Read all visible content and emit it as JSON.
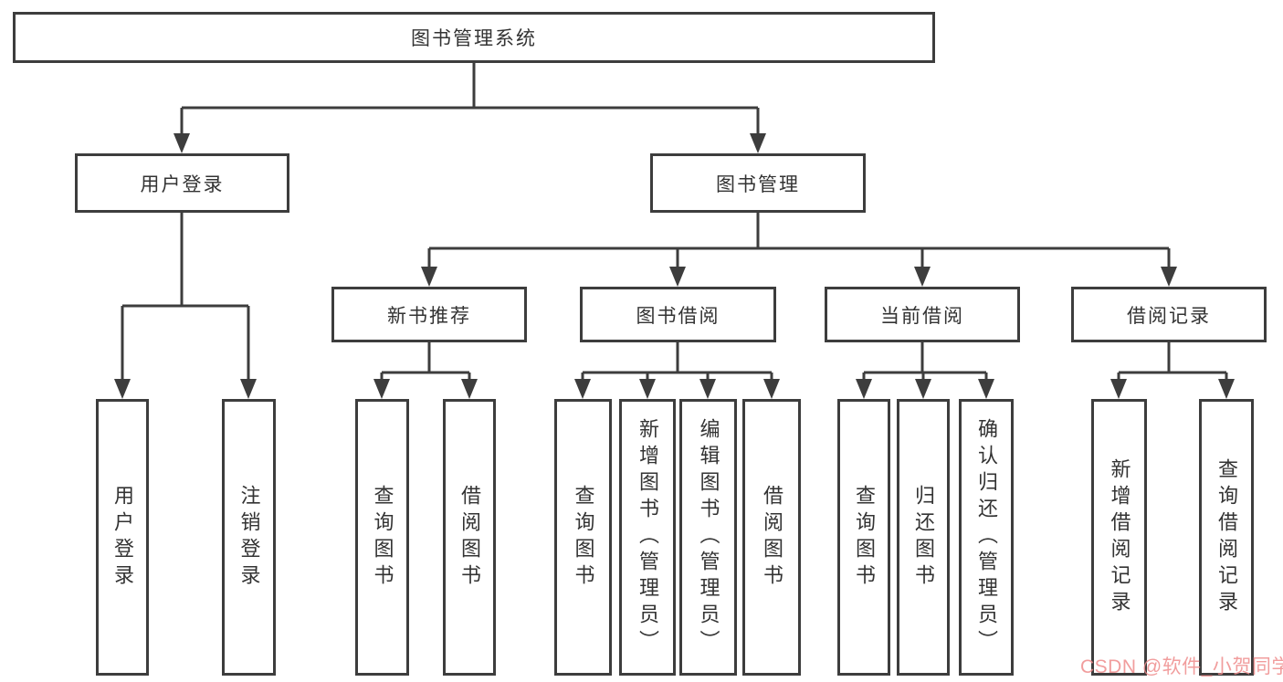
{
  "tree": {
    "label": "图书管理系统",
    "children": [
      {
        "label": "用户登录",
        "children": [
          {
            "label": "用户登录"
          },
          {
            "label": "注销登录"
          }
        ]
      },
      {
        "label": "图书管理",
        "children": [
          {
            "label": "新书推荐",
            "children": [
              {
                "label": "查询图书"
              },
              {
                "label": "借阅图书"
              }
            ]
          },
          {
            "label": "图书借阅",
            "children": [
              {
                "label": "查询图书"
              },
              {
                "label": "新增图书（管理员）"
              },
              {
                "label": "编辑图书（管理员）"
              },
              {
                "label": "借阅图书"
              }
            ]
          },
          {
            "label": "当前借阅",
            "children": [
              {
                "label": "查询图书"
              },
              {
                "label": "归还图书"
              },
              {
                "label": "确认归还（管理员）"
              }
            ]
          },
          {
            "label": "借阅记录",
            "children": [
              {
                "label": "新增借阅记录"
              },
              {
                "label": "查询借阅记录"
              }
            ]
          }
        ]
      }
    ]
  },
  "watermark": {
    "text": "CSDN @软件_小贺同学",
    "color": "#ef8c8c"
  },
  "colors": {
    "line": "#3d3d3d",
    "node_border": "#3d3d3d",
    "text": "#333333",
    "background": "#ffffff"
  }
}
